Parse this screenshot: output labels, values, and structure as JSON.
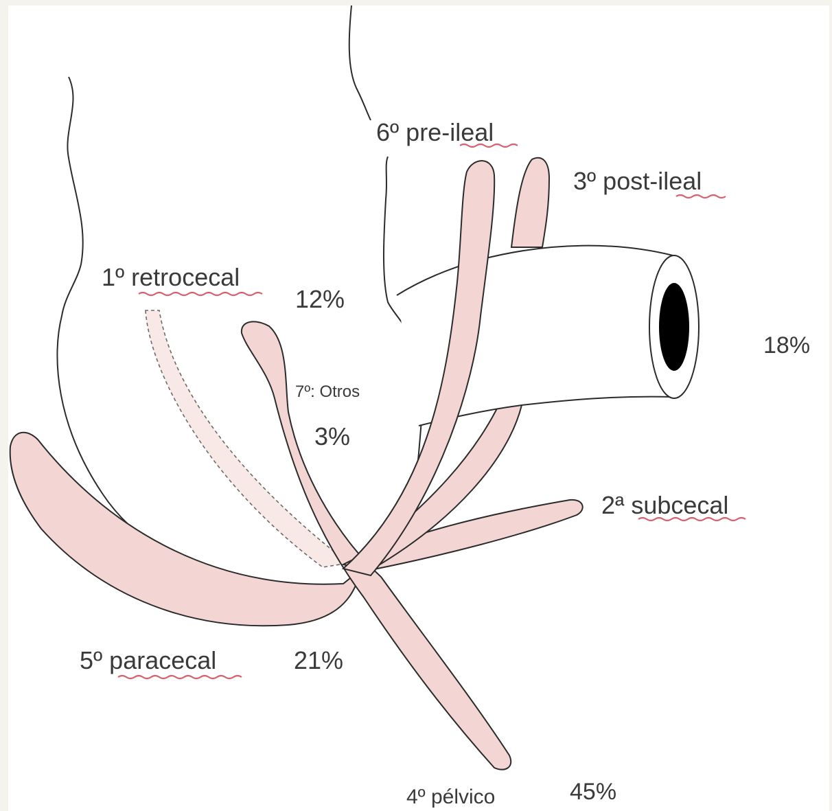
{
  "labels": {
    "pre_ileal": "6º pre-ileal",
    "post_ileal": "3º post-ileal",
    "retrocecal": "1º retrocecal",
    "retrocecal_pct": "12%",
    "ileum_pct": "18%",
    "otros": "7º: Otros",
    "otros_pct": "3%",
    "subcecal": "2ª subcecal",
    "paracecal": "5º paracecal",
    "paracecal_pct": "21%",
    "pelvico": "4º pélvico",
    "pelvico_pct": "45%"
  },
  "colors": {
    "appendix_fill": "#f3d6d4",
    "outline": "#2b2b2b",
    "spellcheck_underline": "#d9626e",
    "lumen": "#000000"
  }
}
